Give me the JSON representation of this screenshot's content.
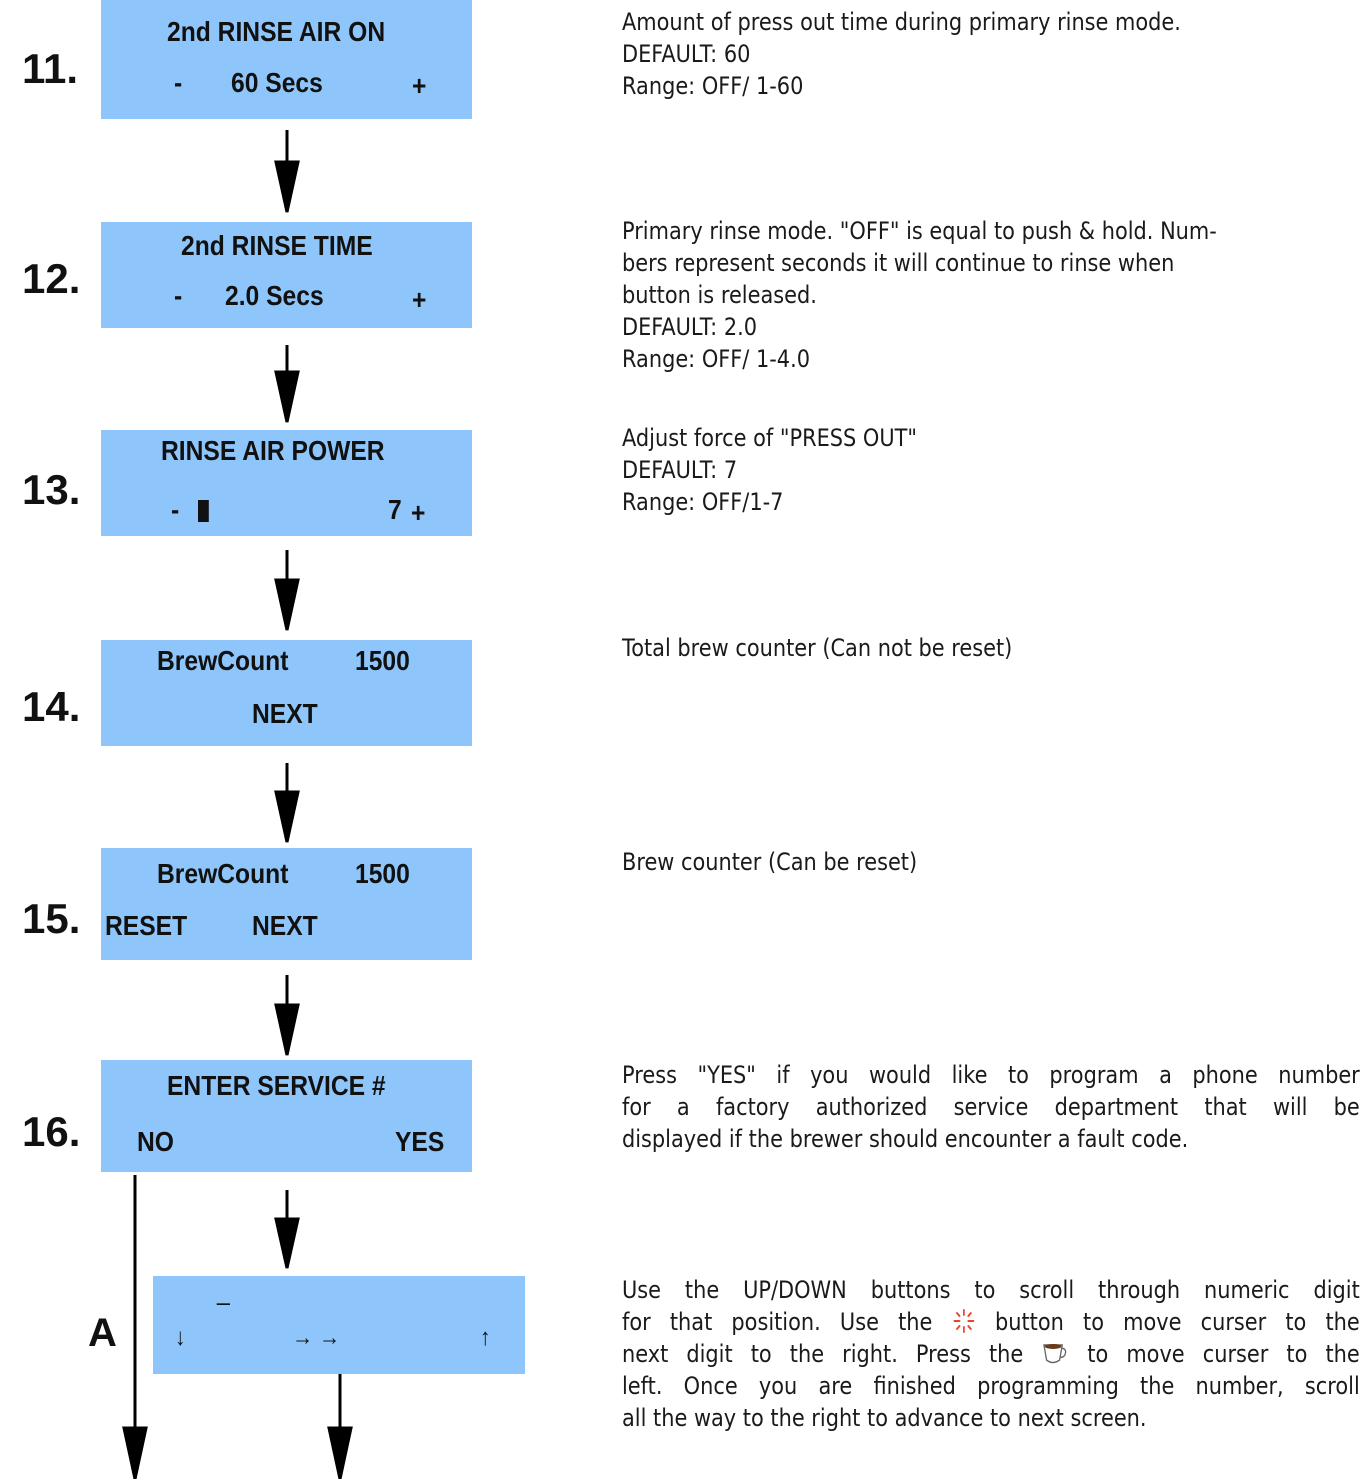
{
  "steps": [
    {
      "number": "11.",
      "lcd_line1": "2nd RINSE AIR ON",
      "lcd_minus": "-",
      "lcd_value": "60  Secs",
      "lcd_plus": "+",
      "desc": [
        "Amount of press out time during primary rinse mode.",
        "DEFAULT: 60",
        "Range: OFF/ 1-60"
      ]
    },
    {
      "number": "12.",
      "lcd_line1": "2nd RINSE TIME",
      "lcd_minus": "-",
      "lcd_value": "2.0  Secs",
      "lcd_plus": "+",
      "desc": [
        "Primary rinse mode. \"OFF\" is equal to push & hold. Num-",
        "bers represent seconds it will continue to rinse when",
        "button is released.",
        "DEFAULT: 2.0",
        "Range: OFF/ 1-4.0"
      ]
    },
    {
      "number": "13.",
      "lcd_line1": "RINSE AIR POWER",
      "lcd_minus": "-",
      "lcd_bars": 7,
      "lcd_value": "7",
      "lcd_plus": "+",
      "desc": [
        "Adjust force of \"PRESS OUT\"",
        "DEFAULT: 7",
        "Range: OFF/1-7"
      ]
    },
    {
      "number": "14.",
      "lcd_line1_left": "BrewCount",
      "lcd_line1_right": "1500",
      "lcd_line2": "NEXT",
      "desc": [
        "Total brew counter (Can not be reset)"
      ]
    },
    {
      "number": "15.",
      "lcd_line1_left": "BrewCount",
      "lcd_line1_right": "1500",
      "lcd_reset": "RESET",
      "lcd_next": "NEXT",
      "desc": [
        "Brew counter (Can be reset)"
      ]
    },
    {
      "number": "16.",
      "lcd_line1": "ENTER SERVICE  #",
      "lcd_no": "NO",
      "lcd_yes": "YES",
      "desc": [
        "Press \"YES\" if you would like to program a phone number",
        "for a factory authorized service department that will be",
        "displayed if the brewer should encounter a fault code."
      ]
    }
  ],
  "phone_screen": {
    "cursor": "_",
    "down_arrow": "↓",
    "right_arrows": "→ →",
    "up_arrow": "↑",
    "desc_line1": "Use the UP/DOWN buttons to scroll through numeric digit",
    "desc_line2_a": "for that position. Use the",
    "desc_line2_b": "button to move curser to the",
    "desc_line3_a": "next digit to the right. Press the",
    "desc_line3_b": "to move curser to the",
    "desc_line4": "left. Once you are finished programming the number, scroll",
    "desc_line5": "all the way to the right to advance to next screen.",
    "sparkle_icon": "sparkle-icon",
    "cup_icon": "coffee-cup-icon"
  },
  "branch_label": "A",
  "colors": {
    "lcd": "#8ec6fb",
    "text": "#111111",
    "sparkle": "#e8452a"
  }
}
